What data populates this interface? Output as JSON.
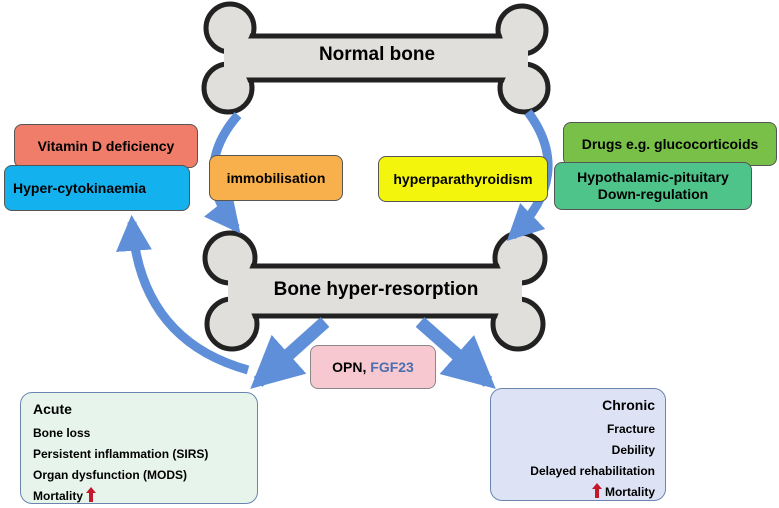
{
  "normal_bone": "Normal bone",
  "resorption_bone": "Bone hyper-resorption",
  "factors": {
    "vitamin_d": "Vitamin D deficiency",
    "cytokinaemia": "Hyper-cytokinaemia",
    "immobilisation": "immobilisation",
    "hyperparathyroidism": "hyperparathyroidism",
    "drugs": "Drugs e.g. glucocorticoids",
    "hpa_line1": "Hypothalamic-pituitary",
    "hpa_line2": "Down-regulation"
  },
  "mediators": {
    "opn": "OPN,",
    "fgf23": "FGF23",
    "fgf23_color": "#4a6fb0"
  },
  "acute": {
    "title": "Acute",
    "items": [
      "Bone loss",
      "Persistent inflammation (SIRS)",
      "Organ dysfunction (MODS)",
      "Mortality"
    ]
  },
  "chronic": {
    "title": "Chronic",
    "items": [
      "Fracture",
      "Debility",
      "Delayed rehabilitation",
      "Mortality"
    ]
  },
  "colors": {
    "bone_fill": "#e0dfdc",
    "arrow": "#5f8fd8",
    "vitamin_d": "#f07d6a",
    "cytokinaemia": "#13b2ef",
    "immobilisation": "#f8b04d",
    "hyperparathyroidism": "#f4f50c",
    "drugs": "#78c047",
    "hpa": "#4ec48a",
    "mediators": "#f7c8d0",
    "acute": "#e7f4ec",
    "chronic": "#dde3f4",
    "mortality_arrow": "#c4182c"
  }
}
